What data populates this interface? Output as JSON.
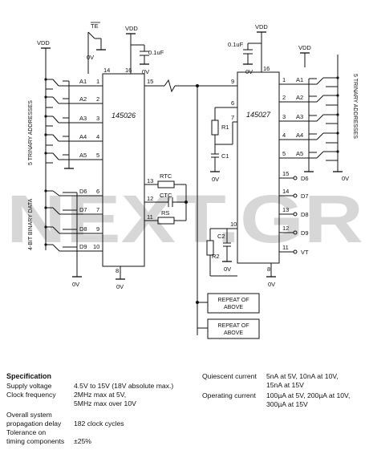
{
  "watermark": "NEXT.GR",
  "left_ic": {
    "part": "145026",
    "pins": {
      "a1": "1",
      "a2": "2",
      "a3": "3",
      "a4": "4",
      "a5": "5",
      "d6": "6",
      "d7": "7",
      "d8": "9",
      "d9": "10",
      "vdd": "16",
      "te": "14",
      "gnd": "8",
      "out": "15",
      "rtc": "13",
      "ctc": "12",
      "rs": "11"
    }
  },
  "right_ic": {
    "part": "145027",
    "pins": {
      "in": "9",
      "vdd": "16",
      "r1": "6",
      "c1": "7",
      "c2": "10",
      "gnd": "8",
      "a1": "1",
      "a2": "2",
      "a3": "3",
      "a4": "4",
      "a5": "5",
      "d6": "15",
      "d7": "14",
      "d8": "13",
      "d9": "12",
      "vt": "11"
    }
  },
  "labels": {
    "vdd": "VDD",
    "te": "TE",
    "ov": "0V",
    "cap": "0.1uF",
    "left_address": "5 TRINARY ADDRESSES",
    "left_data": "4-BIT BINARY DATA",
    "right_address": "5 TRINARY ADDRESSES",
    "a1": "A1",
    "a2": "A2",
    "a3": "A3",
    "a4": "A4",
    "a5": "A5",
    "d6": "D6",
    "d7": "D7",
    "d8": "D8",
    "d9": "D9",
    "vt": "VT",
    "rtc": "RTC",
    "ctc": "CTC",
    "rs": "RS",
    "r1": "R1",
    "c1": "C1",
    "r2": "R2",
    "c2": "C2",
    "repeat1": "REPEAT OF\nABOVE",
    "repeat2": "REPEAT OF\nABOVE"
  },
  "specification": {
    "heading": "Specification",
    "left": [
      {
        "label": "Supply voltage",
        "value": "4.5V to 15V (18V absolute max.)"
      },
      {
        "label": "Clock frequency",
        "value": "2MHz max at 5V,\n5MHz max over 10V"
      },
      {
        "label": "Overall system\npropagation delay",
        "value": "182 clock cycles"
      },
      {
        "label": "Tolerance on\ntiming components",
        "value": "±25%"
      }
    ],
    "right": [
      {
        "label": "Quiescent current",
        "value": "5nA at 5V, 10nA at 10V,\n15nA at 15V"
      },
      {
        "label": "Operating current",
        "value": "100µA at 5V, 200µA at 10V,\n300µA at 15V"
      }
    ]
  }
}
